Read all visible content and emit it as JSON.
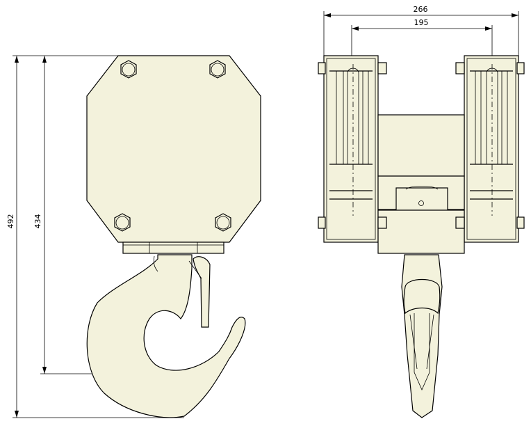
{
  "dimensions": {
    "overall_height": "492",
    "body_height": "434",
    "overall_width": "266",
    "inner_width": "195"
  },
  "colors": {
    "line": "#000000",
    "fill": "#f3f2dc",
    "background": "#ffffff"
  }
}
